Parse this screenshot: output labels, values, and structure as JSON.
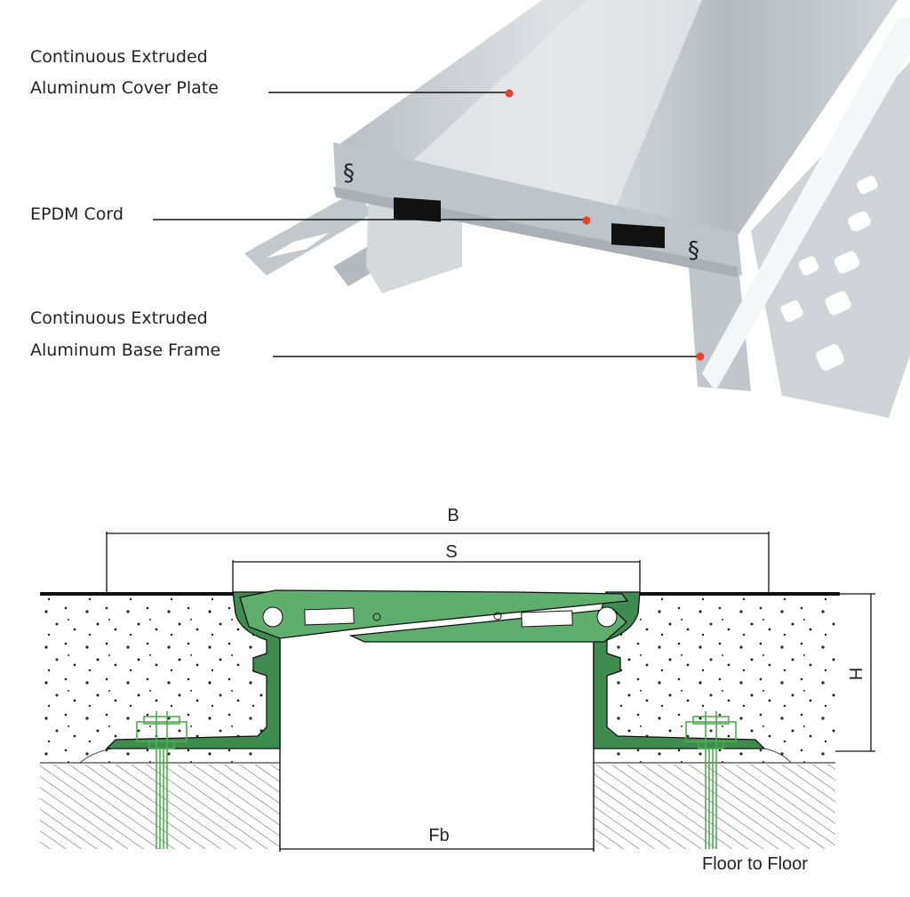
{
  "callouts": [
    {
      "line1": "Continuous Extruded",
      "line2": "Aluminum Cover Plate"
    },
    {
      "line1": "EPDM Cord",
      "line2": ""
    },
    {
      "line1": "Continuous Extruded",
      "line2": "Aluminum Base Frame"
    }
  ],
  "dimensions": {
    "overall_width": "B",
    "gap_width": "S",
    "height": "H",
    "frame_base": "Fb"
  },
  "caption": "Floor to Floor",
  "colors": {
    "profile_green": "#5fae6e",
    "profile_dark_green": "#3f8c50",
    "callout_dot": "#e8412a",
    "aluminum": "#c9cdd2"
  }
}
